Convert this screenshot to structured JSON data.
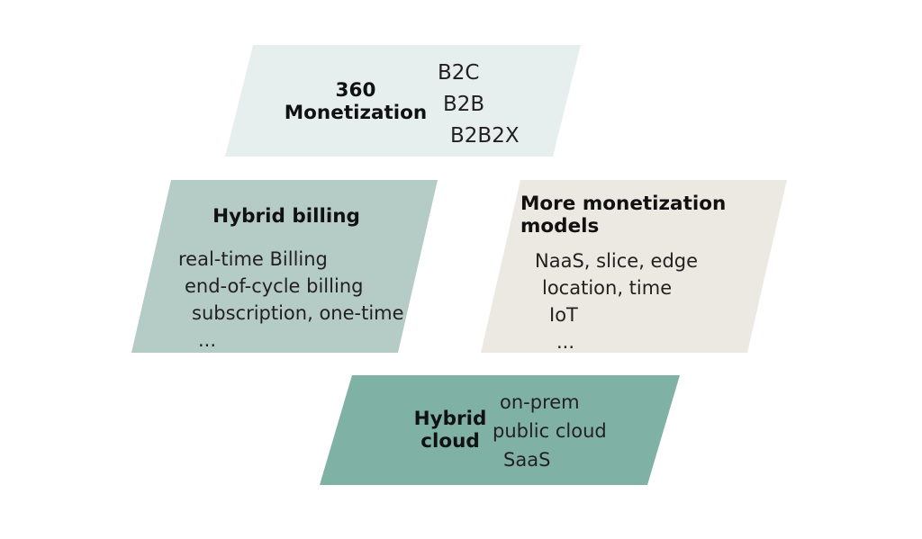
{
  "diagram": {
    "background_color": "#ffffff",
    "shape_type": "parallelogram",
    "blocks": [
      {
        "id": "360-monetization",
        "title": "360\nMonetization",
        "fill": "#e7efee",
        "items": [
          "B2C",
          "B2B",
          "B2B2X"
        ]
      },
      {
        "id": "hybrid-billing",
        "title": "Hybrid billing",
        "fill": "#b5ccc6",
        "items": [
          "real-time Billing",
          "end-of-cycle billing",
          "subscription, one-time",
          "..."
        ]
      },
      {
        "id": "more-monetization-models",
        "title": "More monetization\nmodels",
        "fill": "#ece9e2",
        "items": [
          "NaaS, slice, edge",
          "location, time",
          "IoT",
          "..."
        ]
      },
      {
        "id": "hybrid-cloud",
        "title": "Hybrid\ncloud",
        "fill": "#7fb2a5",
        "items": [
          "on-prem",
          "public cloud",
          "SaaS"
        ]
      }
    ]
  }
}
